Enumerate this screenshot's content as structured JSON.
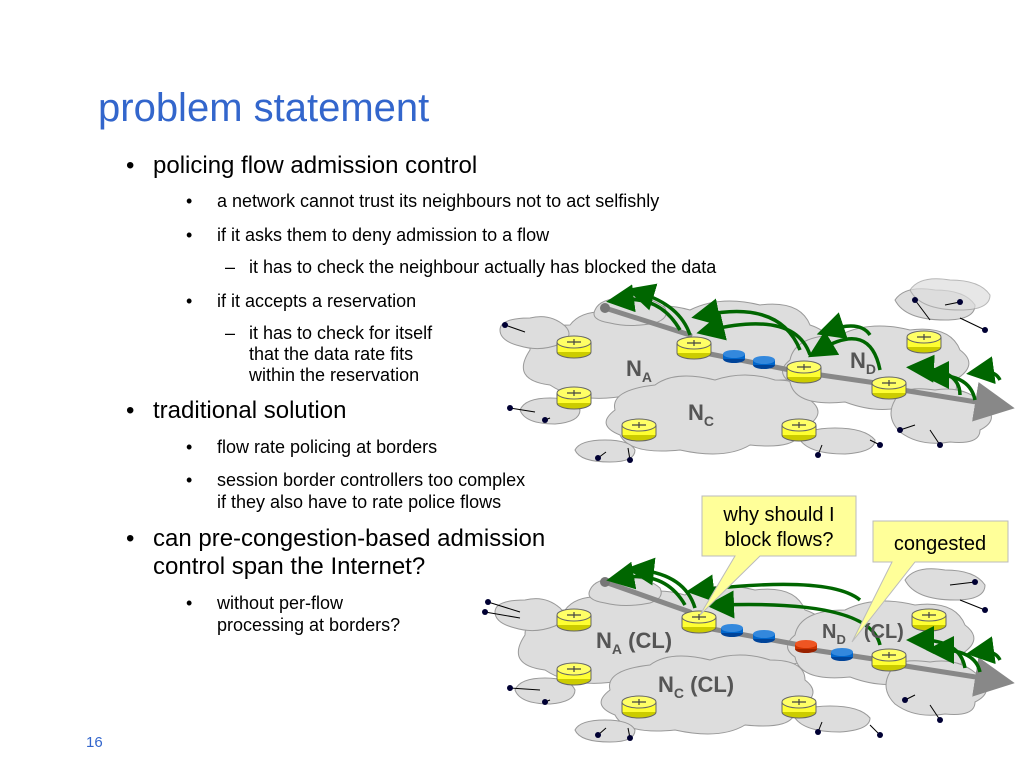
{
  "title": "problem statement",
  "page_number": "16",
  "bullets": {
    "policing": "policing flow admission control",
    "trust": "a network cannot trust its neighbours not to act selfishly",
    "deny": "if it asks them to deny admission to a flow",
    "deny_sub": "it has to check the neighbour actually has blocked the data",
    "accept": "if it accepts a reservation",
    "accept_sub": "it has to check for itself\nthat the data rate fits\nwithin the reservation",
    "traditional": "traditional solution",
    "flow_rate": "flow rate policing at borders",
    "session": "session border controllers too complex\nif they also have to rate police flows",
    "can_pre": "can pre-congestion-based admission\ncontrol span the Internet?",
    "without": "without per-flow\nprocessing at borders?"
  },
  "bullet_glyph": "•",
  "dash_glyph": "–",
  "diagram": {
    "top": {
      "na": "N",
      "na_sub": "A",
      "nc": "N",
      "nc_sub": "C",
      "nd": "N",
      "nd_sub": "D"
    },
    "bottom": {
      "na": "N",
      "na_sub": "A",
      "na_suffix": " (CL)",
      "nc": "N",
      "nc_sub": "C",
      "nc_suffix": " (CL)",
      "nd": "N",
      "nd_sub": "D",
      "nd_suffix": "(CL)"
    },
    "callout_why": [
      "why should I",
      "block flows?"
    ],
    "callout_congested": "congested"
  },
  "colors": {
    "title": "#3366cc",
    "router": "#ffff33",
    "arrow": "#006600",
    "cloud": "#dddddd",
    "callout": "#ffff99",
    "congested_router": "#cc3300",
    "internal_router": "#0066cc"
  }
}
